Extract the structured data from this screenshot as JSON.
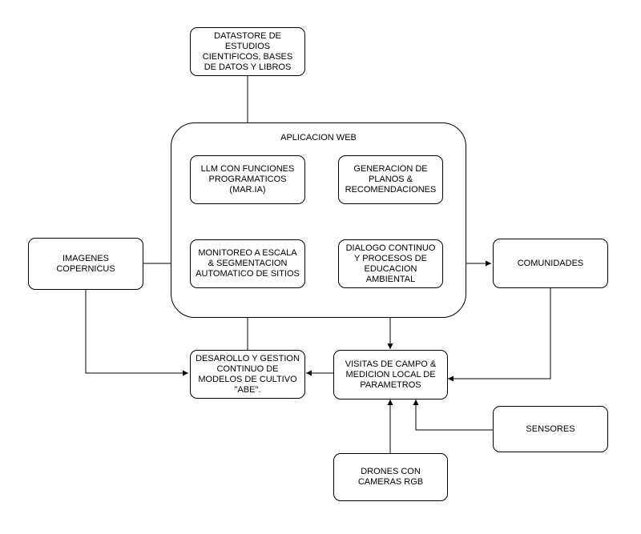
{
  "container": {
    "title": "APLICACION WEB"
  },
  "nodes": {
    "datastore": "DATASTORE DE ESTUDIOS CIENTIFICOS, BASES DE DATOS Y LIBROS",
    "llm": "LLM CON FUNCIONES PROGRAMATICOS (MAR.IA)",
    "generacion": "GENERACION DE PLANOS & RECOMENDACIONES",
    "monitoreo": "MONITOREO A ESCALA & SEGMENTACION AUTOMATICO DE SITIOS",
    "dialogo": "DIALOGO CONTINUO Y PROCESOS DE EDUCACION AMBIENTAL",
    "imagenes": "IMAGENES COPERNICUS",
    "comunidades": "COMUNIDADES",
    "desarollo": "DESAROLLO Y GESTION CONTINUO DE MODELOS DE CULTIVO \"ABE\".",
    "visitas": "VISITAS DE CAMPO & MEDICION LOCAL DE PARAMETROS",
    "sensores": "SENSORES",
    "drones": "DRONES CON CAMERAS RGB"
  }
}
